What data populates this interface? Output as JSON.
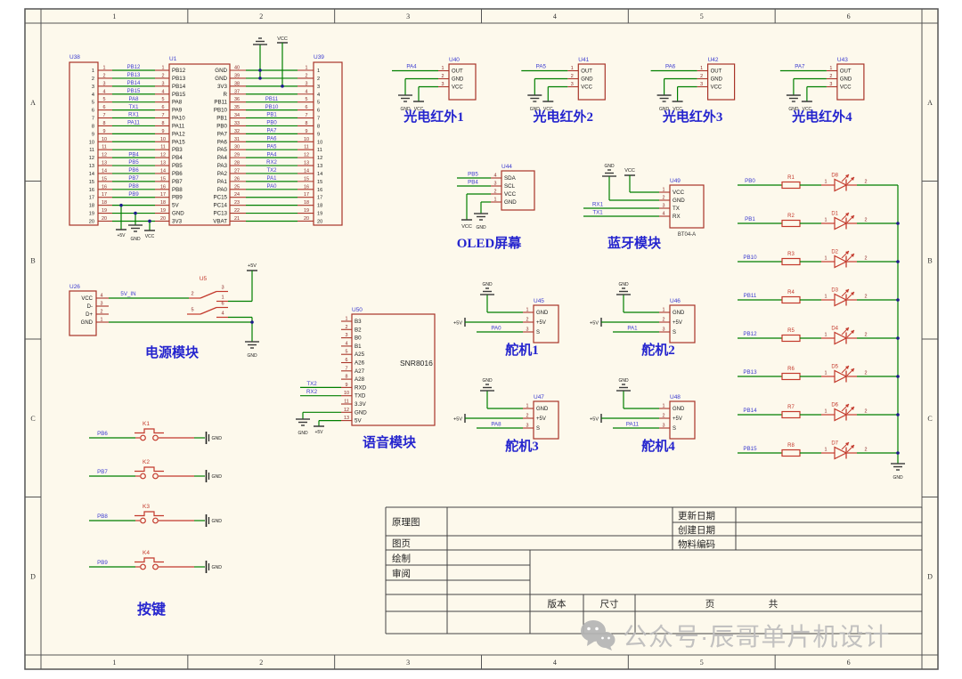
{
  "colors": {
    "sheet_bg": "#FDF9EC",
    "frame": "#4a4a4a",
    "component": "#A83428",
    "accent_red": "#C3392C",
    "wire": "#007F00",
    "net": "#3A3ACF",
    "caption": "#2525CE",
    "pin_num": "#8B2323",
    "text": "#1a1a1a",
    "junction": "#1A1A8C",
    "symbol": "#3a3a3a",
    "watermark": "#bdbdbd"
  },
  "frame": {
    "cols": [
      "1",
      "2",
      "3",
      "4",
      "5",
      "6"
    ],
    "rows": [
      "A",
      "B",
      "C",
      "D"
    ]
  },
  "rails": {
    "gnd": "GND",
    "vcc": "VCC",
    "p5": "+5V",
    "v5in": "5V_IN"
  },
  "mcu": {
    "left_conn": "U38",
    "chip": "U1",
    "right_conn": "U39",
    "rows_left": [
      {
        "n": "1",
        "name": "PB12",
        "net": "PB12"
      },
      {
        "n": "2",
        "name": "PB13",
        "net": "PB13"
      },
      {
        "n": "3",
        "name": "PB14",
        "net": "PB14"
      },
      {
        "n": "4",
        "name": "PB15",
        "net": "PB15"
      },
      {
        "n": "5",
        "name": "PA8",
        "net": "PA8"
      },
      {
        "n": "6",
        "name": "PA9",
        "net": "TX1"
      },
      {
        "n": "7",
        "name": "PA10",
        "net": "RX1"
      },
      {
        "n": "8",
        "name": "PA11",
        "net": "PA11"
      },
      {
        "n": "9",
        "name": "PA12",
        "net": ""
      },
      {
        "n": "10",
        "name": "PA15",
        "net": ""
      },
      {
        "n": "11",
        "name": "PB3",
        "net": ""
      },
      {
        "n": "12",
        "name": "PB4",
        "net": "PB4"
      },
      {
        "n": "13",
        "name": "PB5",
        "net": "PB5"
      },
      {
        "n": "14",
        "name": "PB6",
        "net": "PB6"
      },
      {
        "n": "15",
        "name": "PB7",
        "net": "PB7"
      },
      {
        "n": "16",
        "name": "PB8",
        "net": "PB8"
      },
      {
        "n": "17",
        "name": "PB9",
        "net": "PB9"
      },
      {
        "n": "18",
        "name": "5V",
        "net": ""
      },
      {
        "n": "19",
        "name": "GND",
        "net": ""
      },
      {
        "n": "20",
        "name": "3V3",
        "net": ""
      }
    ],
    "rows_right": [
      {
        "n": "40",
        "name": "GND",
        "net": ""
      },
      {
        "n": "39",
        "name": "GND",
        "net": ""
      },
      {
        "n": "38",
        "name": "3V3",
        "net": ""
      },
      {
        "n": "37",
        "name": "R",
        "net": ""
      },
      {
        "n": "36",
        "name": "PB11",
        "net": "PB11"
      },
      {
        "n": "35",
        "name": "PB10",
        "net": "PB10"
      },
      {
        "n": "34",
        "name": "PB1",
        "net": "PB1"
      },
      {
        "n": "33",
        "name": "PB0",
        "net": "PB0"
      },
      {
        "n": "32",
        "name": "PA7",
        "net": "PA7"
      },
      {
        "n": "31",
        "name": "PA6",
        "net": "PA6"
      },
      {
        "n": "30",
        "name": "PA5",
        "net": "PA5"
      },
      {
        "n": "29",
        "name": "PA4",
        "net": "PA4"
      },
      {
        "n": "28",
        "name": "PA3",
        "net": "RX2"
      },
      {
        "n": "27",
        "name": "PA2",
        "net": "TX2"
      },
      {
        "n": "26",
        "name": "PA1",
        "net": "PA1"
      },
      {
        "n": "25",
        "name": "PA0",
        "net": "PA0"
      },
      {
        "n": "24",
        "name": "PC15",
        "net": ""
      },
      {
        "n": "23",
        "name": "PC14",
        "net": ""
      },
      {
        "n": "22",
        "name": "PC13",
        "net": ""
      },
      {
        "n": "21",
        "name": "VBAT",
        "net": ""
      }
    ]
  },
  "ir": {
    "pins": [
      {
        "n": "1",
        "name": "OUT"
      },
      {
        "n": "2",
        "name": "GND"
      },
      {
        "n": "3",
        "name": "VCC"
      }
    ],
    "units": [
      {
        "ref": "U40",
        "net": "PA4",
        "caption": "光电红外1"
      },
      {
        "ref": "U41",
        "net": "PA5",
        "caption": "光电红外2"
      },
      {
        "ref": "U42",
        "net": "PA6",
        "caption": "光电红外3"
      },
      {
        "ref": "U43",
        "net": "PA7",
        "caption": "光电红外4"
      }
    ]
  },
  "oled": {
    "ref": "U44",
    "caption": "OLED屏幕",
    "pins": [
      {
        "n": "4",
        "name": "SDA",
        "net": "PB5"
      },
      {
        "n": "3",
        "name": "SCL",
        "net": "PB4"
      },
      {
        "n": "2",
        "name": "VCC",
        "net": ""
      },
      {
        "n": "1",
        "name": "GND",
        "net": ""
      }
    ]
  },
  "bt": {
    "ref": "U49",
    "part": "BT04-A",
    "caption": "蓝牙模块",
    "pins": [
      {
        "n": "1",
        "name": "VCC",
        "net": ""
      },
      {
        "n": "2",
        "name": "GND",
        "net": ""
      },
      {
        "n": "3",
        "name": "TX",
        "net": "RX1"
      },
      {
        "n": "4",
        "name": "RX",
        "net": "TX1"
      }
    ]
  },
  "power": {
    "ref": "U26",
    "caption": "电源模块",
    "pins": [
      {
        "n": "4",
        "name": "VCC"
      },
      {
        "n": "3",
        "name": "D-"
      },
      {
        "n": "2",
        "name": "D+"
      },
      {
        "n": "1",
        "name": "GND"
      }
    ],
    "switch": {
      "ref": "U5",
      "pins": [
        "2",
        "3",
        "1",
        "5",
        "6",
        "4"
      ]
    }
  },
  "voice": {
    "ref": "U50",
    "part": "SNR8016",
    "caption": "语音模块",
    "pins": [
      {
        "n": "1",
        "name": "B3",
        "net": ""
      },
      {
        "n": "2",
        "name": "B2",
        "net": ""
      },
      {
        "n": "3",
        "name": "B0",
        "net": ""
      },
      {
        "n": "4",
        "name": "B1",
        "net": ""
      },
      {
        "n": "5",
        "name": "A25",
        "net": ""
      },
      {
        "n": "6",
        "name": "A26",
        "net": ""
      },
      {
        "n": "7",
        "name": "A27",
        "net": ""
      },
      {
        "n": "8",
        "name": "A28",
        "net": ""
      },
      {
        "n": "9",
        "name": "RXD",
        "net": "TX2"
      },
      {
        "n": "10",
        "name": "TXD",
        "net": "RX2"
      },
      {
        "n": "11",
        "name": "3.3V",
        "net": ""
      },
      {
        "n": "12",
        "name": "GND",
        "net": ""
      },
      {
        "n": "13",
        "name": "5V",
        "net": ""
      }
    ]
  },
  "servos": {
    "pins": [
      {
        "n": "1",
        "name": "GND"
      },
      {
        "n": "2",
        "name": "+5V"
      },
      {
        "n": "3",
        "name": "S"
      }
    ],
    "units": [
      {
        "ref": "U45",
        "net": "PA0",
        "caption": "舵机1"
      },
      {
        "ref": "U46",
        "net": "PA1",
        "caption": "舵机2"
      },
      {
        "ref": "U47",
        "net": "PA8",
        "caption": "舵机3"
      },
      {
        "ref": "U48",
        "net": "PA11",
        "caption": "舵机4"
      }
    ]
  },
  "buttons": {
    "caption": "按键",
    "units": [
      {
        "ref": "K1",
        "net": "PB6"
      },
      {
        "ref": "K2",
        "net": "PB7"
      },
      {
        "ref": "K3",
        "net": "PB8"
      },
      {
        "ref": "K4",
        "net": "PB9"
      }
    ]
  },
  "leds": {
    "pin1": "1",
    "pin2": "2",
    "rows": [
      {
        "net": "PB0",
        "res": "R1",
        "led": "D8"
      },
      {
        "net": "PB1",
        "res": "R2",
        "led": "D1"
      },
      {
        "net": "PB10",
        "res": "R3",
        "led": "D2"
      },
      {
        "net": "PB11",
        "res": "R4",
        "led": "D3"
      },
      {
        "net": "PB12",
        "res": "R5",
        "led": "D4"
      },
      {
        "net": "PB13",
        "res": "R6",
        "led": "D5"
      },
      {
        "net": "PB14",
        "res": "R7",
        "led": "D6"
      },
      {
        "net": "PB15",
        "res": "R8",
        "led": "D7"
      }
    ]
  },
  "title_block": {
    "schematic": "原理图",
    "sheet": "图页",
    "drawn": "绘制",
    "reviewed": "审阅",
    "updated": "更新日期",
    "created": "创建日期",
    "material": "物料编码",
    "version": "版本",
    "size": "尺寸",
    "page": "页",
    "total": "共"
  },
  "watermark": {
    "text": "公众号·辰哥单片机设计"
  }
}
